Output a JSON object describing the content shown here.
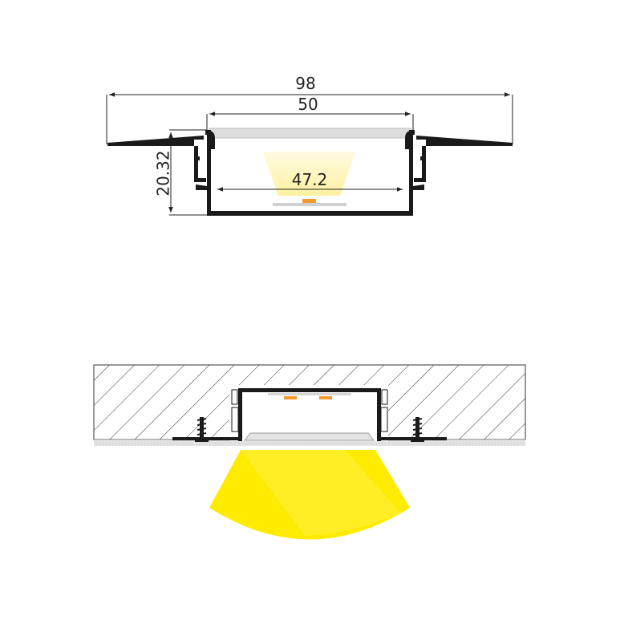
{
  "dimensions": {
    "overall_width": "98",
    "inner_width": "50",
    "height": "20.32",
    "led_strip_width": "47.2"
  },
  "colors": {
    "profile": "#1a1a1a",
    "light_beam": "#ffeb00",
    "light_beam_soft": "#fff7c2",
    "led_chip": "#f39a2b",
    "diffuser": "#d9d9d9",
    "hatch": "#333333",
    "ceiling": "#dcdcdc"
  }
}
